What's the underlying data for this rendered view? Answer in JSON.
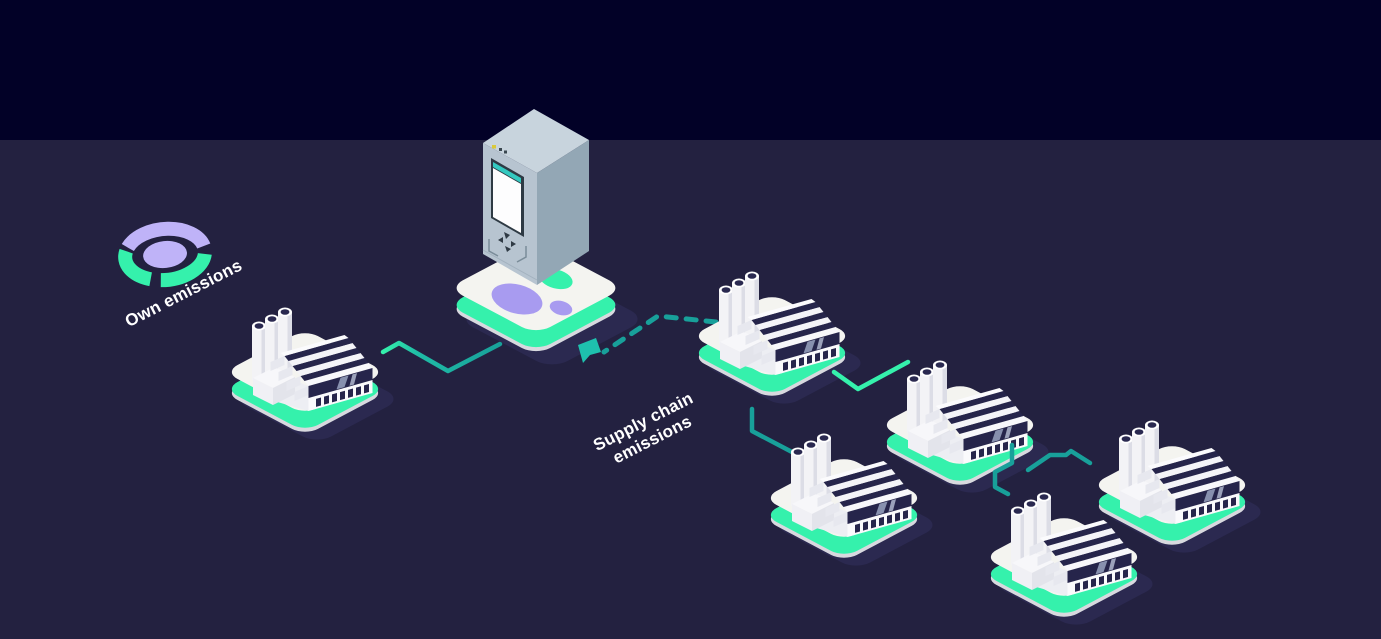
{
  "labels": {
    "own_emissions": "Own emissions",
    "supply_chain_lines": [
      "Supply chain",
      "emissions"
    ]
  },
  "icons": {
    "donut": "donut-chart-icon",
    "factory": "factory-icon",
    "device": "edge-controller-icon",
    "footprint_purple": "footprint-icon-purple",
    "footprint_green": "footprint-icon-green",
    "arrow": "arrow-icon",
    "connector_solid": "connector-line",
    "connector_dashed": "dashed-connector-line"
  },
  "theme": {
    "bgTop": "#020127",
    "bg": "#232140",
    "shadow": "#2B2950",
    "green": "#35F1AC",
    "teal": "#18A09A",
    "tealBright": "#1EC1AE",
    "navy": "#26254B",
    "lavender": "#BFB3F8",
    "purple": "#A89BF0",
    "platform": "#F4F4F0",
    "rim": "#D8D9DF",
    "label": "#FFFFFF"
  }
}
